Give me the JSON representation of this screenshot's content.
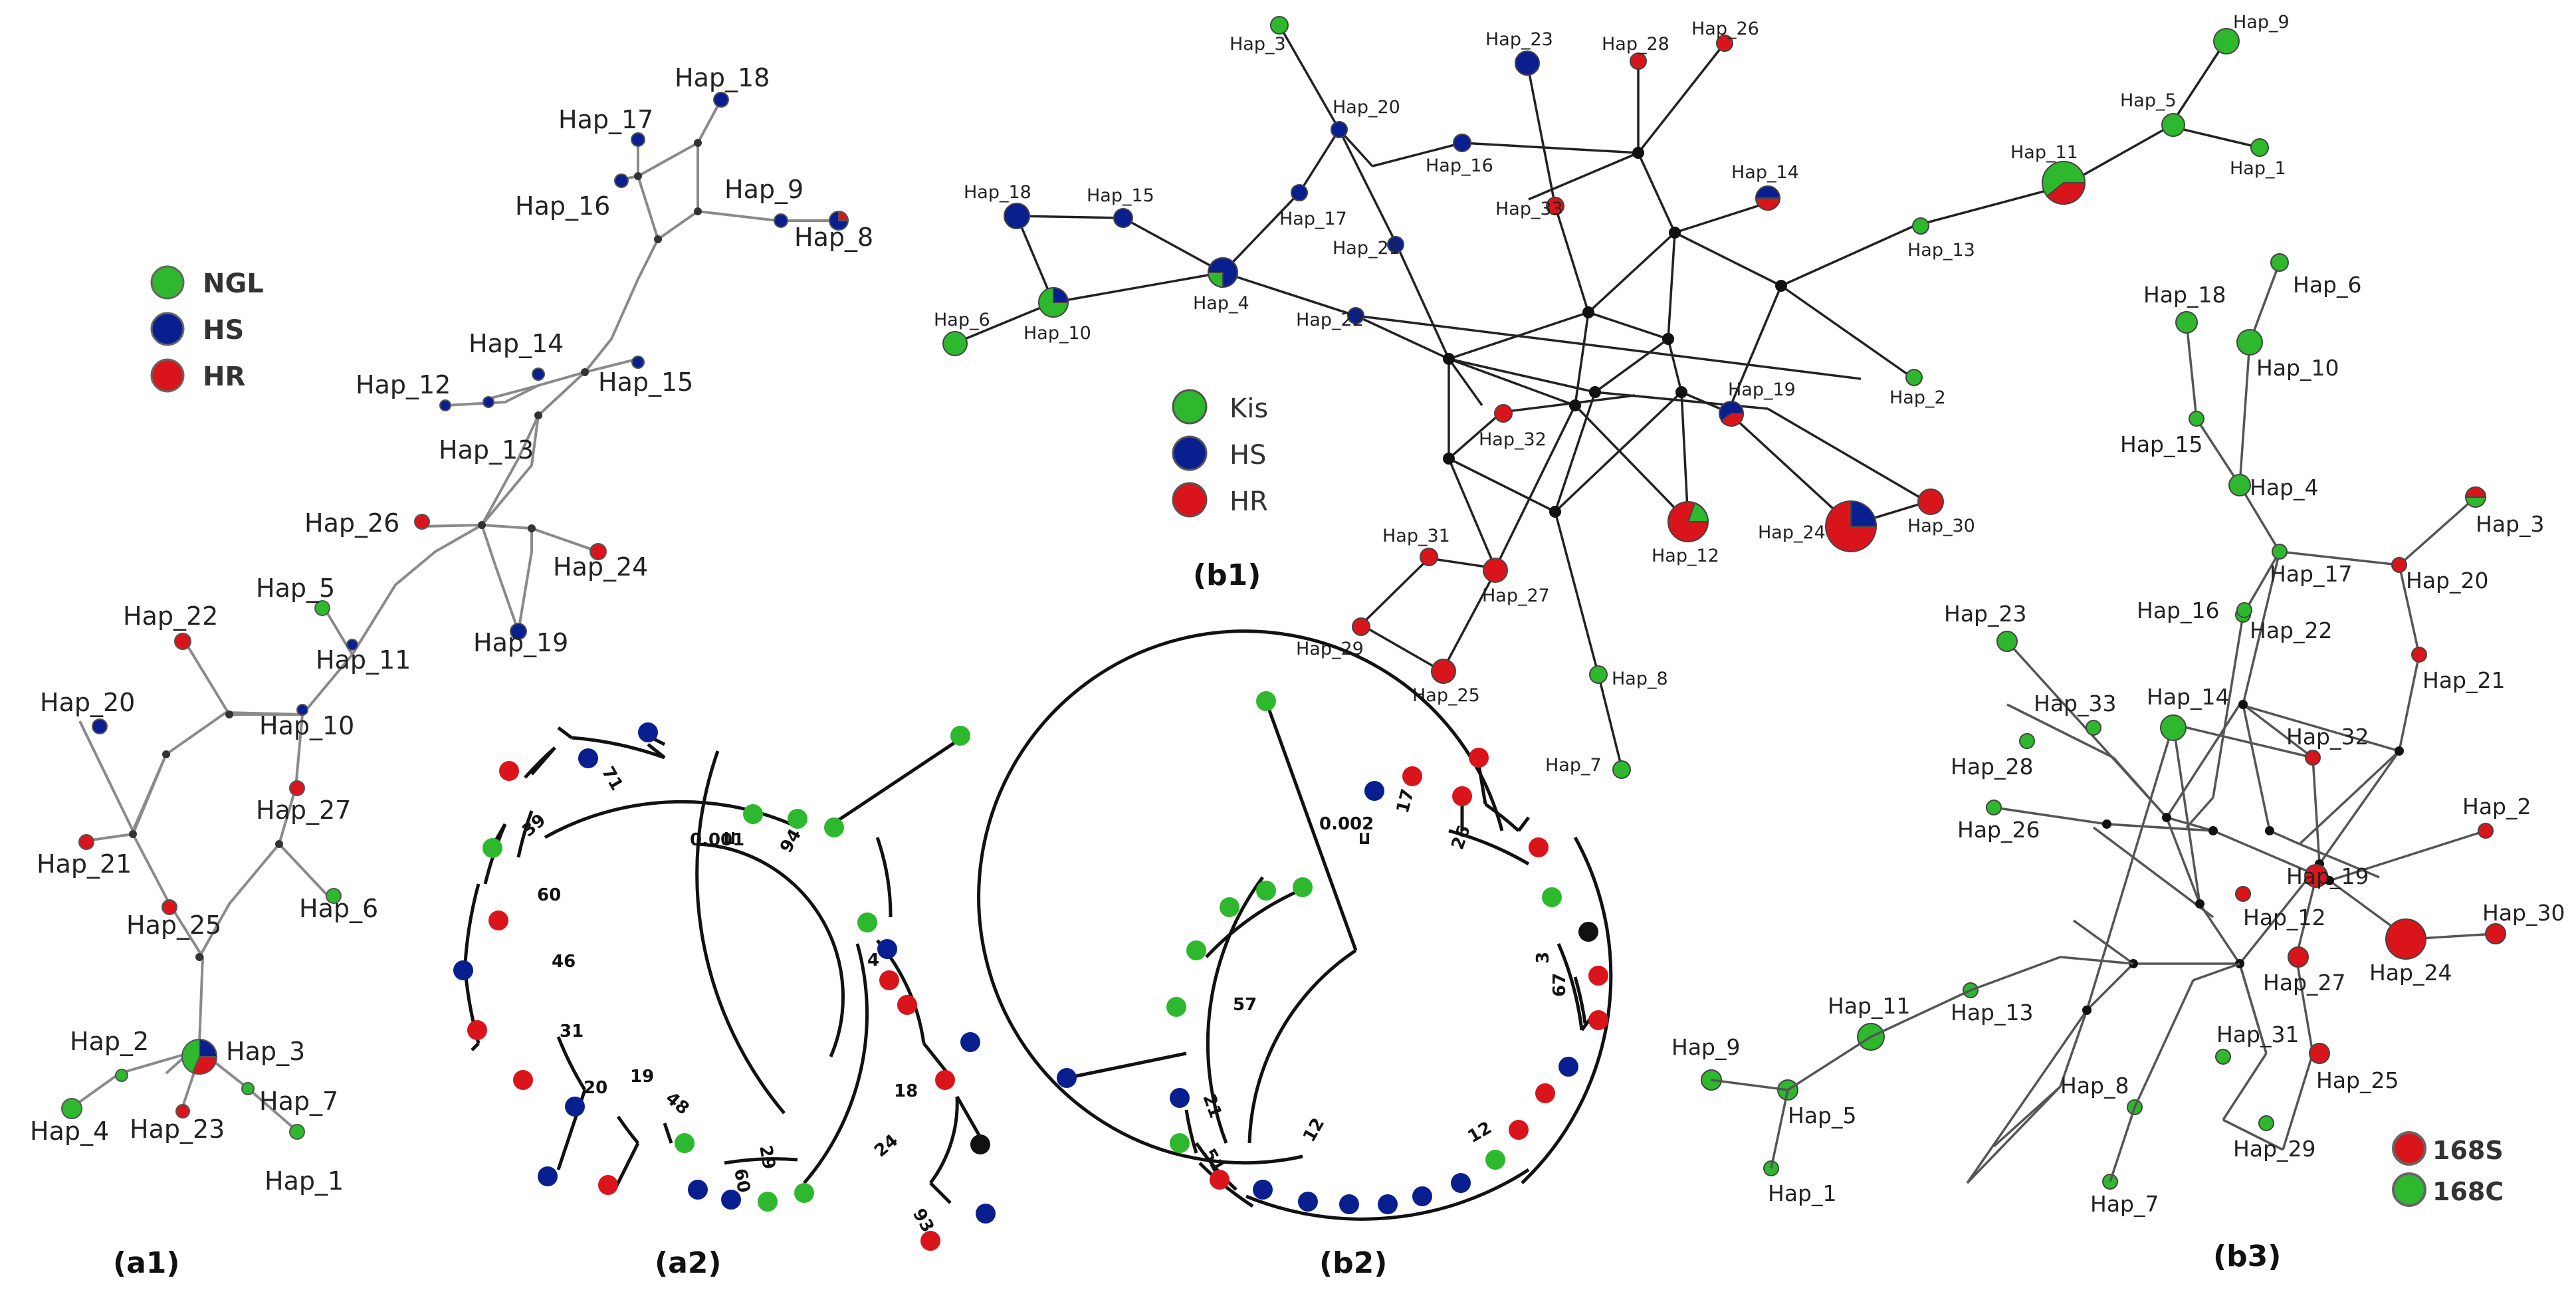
{
  "colors": {
    "ngl": "#2db82d",
    "hs": "#0a1f8f",
    "hr": "#d9151b",
    "black": "#111111",
    "edge": "#8a8a8a",
    "edge_dark": "#222222"
  },
  "panels": {
    "a1": "(a1)",
    "a2": "(a2)",
    "b1": "(b1)",
    "b2": "(b2)",
    "b3": "(b3)"
  },
  "legend_a1": [
    {
      "label": "NGL",
      "color": "#2db82d"
    },
    {
      "label": "HS",
      "color": "#0a1f8f"
    },
    {
      "label": "HR",
      "color": "#d9151b"
    }
  ],
  "legend_b1": [
    {
      "label": "Kis",
      "color": "#2db82d"
    },
    {
      "label": "HS",
      "color": "#0a1f8f"
    },
    {
      "label": "HR",
      "color": "#d9151b"
    }
  ],
  "legend_b3": [
    {
      "label": "168S",
      "color": "#d9151b"
    },
    {
      "label": "168C",
      "color": "#2db82d"
    }
  ],
  "a1_labels": {
    "h18": "Hap_18",
    "h17": "Hap_17",
    "h16": "Hap_16",
    "h9": "Hap_9",
    "h8": "Hap_8",
    "h14": "Hap_14",
    "h12": "Hap_12",
    "h15": "Hap_15",
    "h13": "Hap_13",
    "h26": "Hap_26",
    "h24": "Hap_24",
    "h5": "Hap_5",
    "h19": "Hap_19",
    "h22": "Hap_22",
    "h11": "Hap_11",
    "h20": "Hap_20",
    "h10": "Hap_10",
    "h27": "Hap_27",
    "h21": "Hap_21",
    "h25": "Hap_25",
    "h6": "Hap_6",
    "h2": "Hap_2",
    "h3": "Hap_3",
    "h7": "Hap_7",
    "h4": "Hap_4",
    "h23": "Hap_23",
    "h1": "Hap_1"
  },
  "b1_labels": {
    "h3": "Hap_3",
    "h23": "Hap_23",
    "h28": "Hap_28",
    "h26": "Hap_26",
    "h9": "Hap_9",
    "h20": "Hap_20",
    "h5": "Hap_5",
    "h1": "Hap_1",
    "h18": "Hap_18",
    "h15": "Hap_15",
    "h16": "Hap_16",
    "h11": "Hap_11",
    "h17": "Hap_17",
    "h14": "Hap_14",
    "h33": "Hap_33",
    "h21": "Hap_21",
    "h13": "Hap_13",
    "h6": "Hap_6",
    "h10": "Hap_10",
    "h4": "Hap_4",
    "h22": "Hap_22",
    "h19": "Hap_19",
    "h2": "Hap_2",
    "h32": "Hap_32",
    "h24": "Hap_24",
    "h30": "Hap_30",
    "h12": "Hap_12",
    "h31": "Hap_31",
    "h27": "Hap_27",
    "h29": "Hap_29",
    "h25": "Hap_25",
    "h8": "Hap_8",
    "h7": "Hap_7"
  },
  "b3_labels": {
    "h9": "Hap_9",
    "h18": "Hap_18",
    "h6": "Hap_6",
    "h10": "Hap_10",
    "h15": "Hap_15",
    "h4": "Hap_4",
    "h3": "Hap_3",
    "h17": "Hap_17",
    "h20": "Hap_20",
    "h16": "Hap_16",
    "h22": "Hap_22",
    "h23": "Hap_23",
    "h21": "Hap_21",
    "h33": "Hap_33",
    "h14": "Hap_14",
    "h28": "Hap_28",
    "h32": "Hap_32",
    "h2": "Hap_2",
    "h26": "Hap_26",
    "h19": "Hap_19",
    "h12": "Hap_12",
    "h30": "Hap_30",
    "h24": "Hap_24",
    "h11": "Hap_11",
    "h13": "Hap_13",
    "h27": "Hap_27",
    "h31": "Hap_31",
    "h25": "Hap_25",
    "h5": "Hap_5",
    "h8": "Hap_8",
    "h29": "Hap_29",
    "h1": "Hap_1",
    "h7": "Hap_7"
  },
  "a2_values": {
    "scale": "0.001",
    "n71": "71",
    "n39": "39",
    "n60a": "60",
    "n46": "46",
    "n31": "31",
    "n20": "20",
    "n19": "19",
    "n48": "48",
    "n29": "29",
    "n60b": "60",
    "n94": "94",
    "n4": "4",
    "n18": "18",
    "n24": "24",
    "n93": "93"
  },
  "b2_values": {
    "scale": "0.002",
    "n17": "17",
    "n26": "26",
    "n3": "3",
    "n67": "67",
    "n57": "57",
    "n12a": "12",
    "n12b": "12",
    "n21": "21",
    "n51": "51"
  }
}
